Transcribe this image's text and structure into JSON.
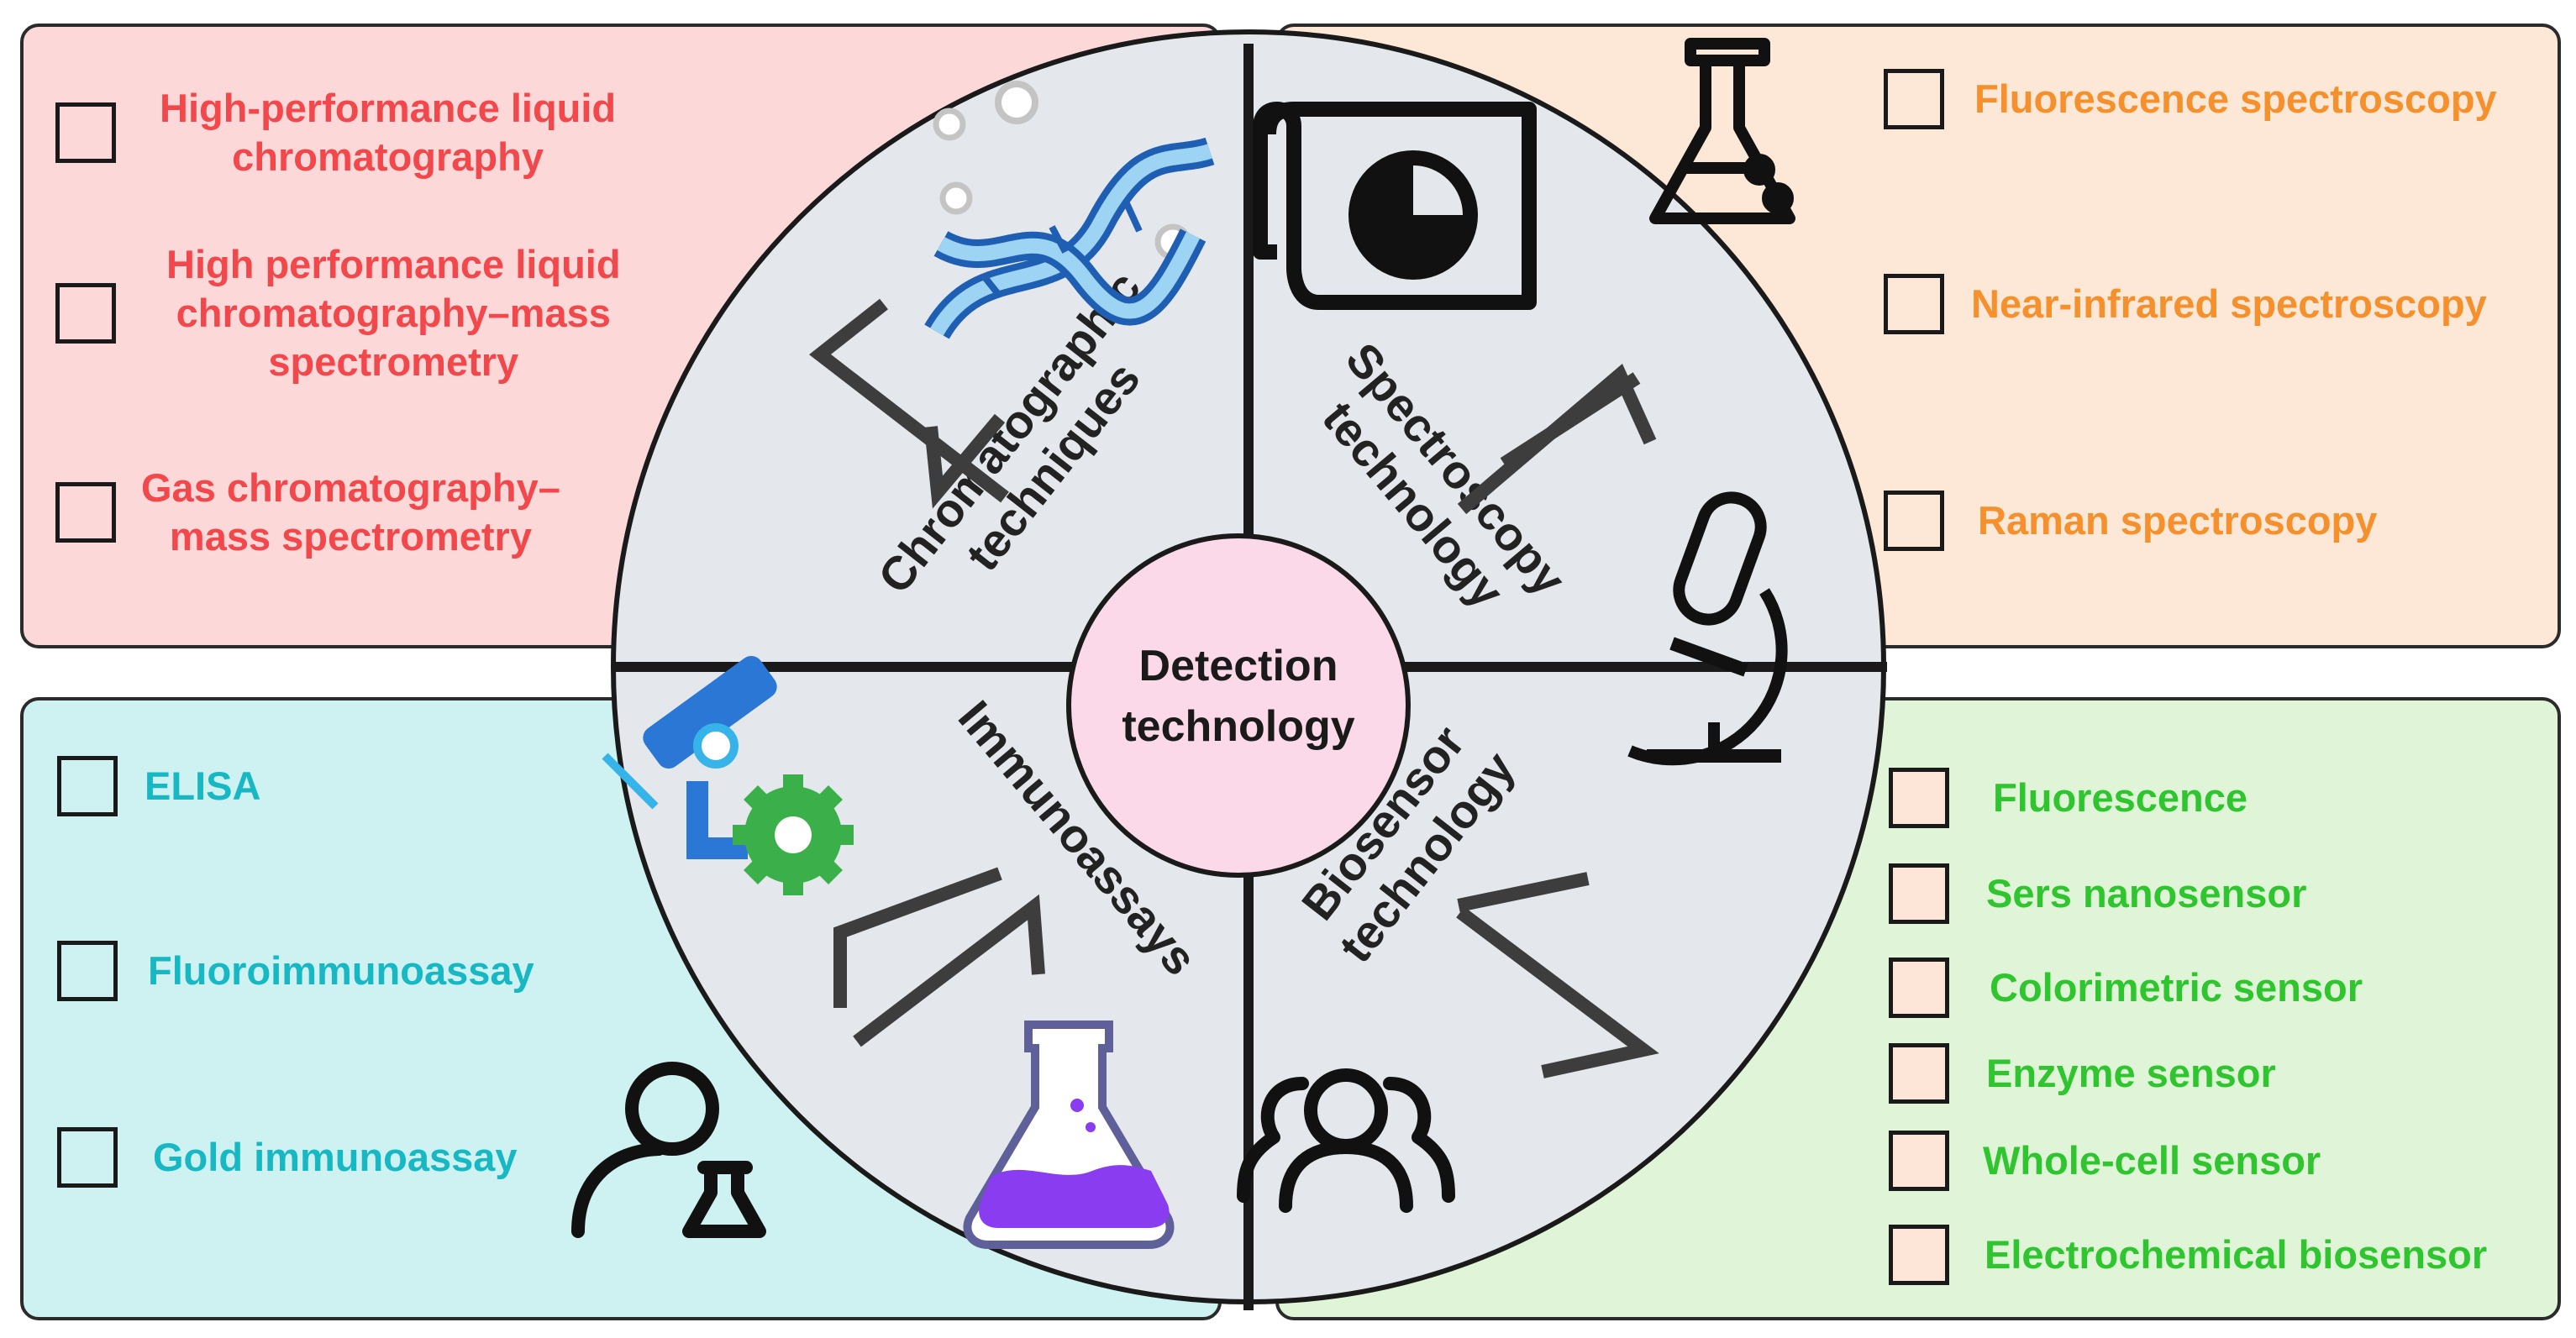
{
  "colors": {
    "red_panel": "#fcd9d8",
    "red_text": "#f2474b",
    "orange_panel": "#fde7d6",
    "orange_text": "#f5902c",
    "cyan_panel": "#cdf2f1",
    "cyan_text": "#17b8c4",
    "green_panel": "#e0f4d8",
    "green_text": "#2fc52f",
    "circle_fill": "#e4e8ec",
    "center_fill": "#fbd9e9",
    "green_box_fill": "#fde5d8"
  },
  "center": {
    "line1": "Detection",
    "line2": "technology"
  },
  "quadrants": {
    "chromatographic": {
      "line1": "Chromatographic",
      "line2": "techniques"
    },
    "spectroscopy": {
      "line1": "Spectroscopy",
      "line2": "technology"
    },
    "immunoassays": {
      "line1": "Immunoassays"
    },
    "biosensor": {
      "line1": "Biosensor",
      "line2": "technology"
    }
  },
  "chromatography_items": [
    "High-performance liquid\nchromatography",
    "High performance liquid\nchromatography–mass\nspectrometry",
    "Gas chromatography–\nmass spectrometry"
  ],
  "spectroscopy_items": [
    "Fluorescence spectroscopy",
    "Near-infrared spectroscopy",
    "Raman spectroscopy"
  ],
  "immunoassay_items": [
    "ELISA",
    "Fluoroimmunoassay",
    "Gold immunoassay"
  ],
  "biosensor_items": [
    "Fluorescence",
    "Sers nanosensor",
    "Colorimetric sensor",
    "Enzyme sensor",
    "Whole-cell sensor",
    "Electrochemical biosensor"
  ],
  "icons": [
    "dna-icon",
    "document-pie-chart-icon",
    "flask-icon",
    "microscope-icon",
    "microscope-gear-icon",
    "purple-flask-icon",
    "scientist-icon",
    "people-group-icon",
    "arrows-icon"
  ]
}
